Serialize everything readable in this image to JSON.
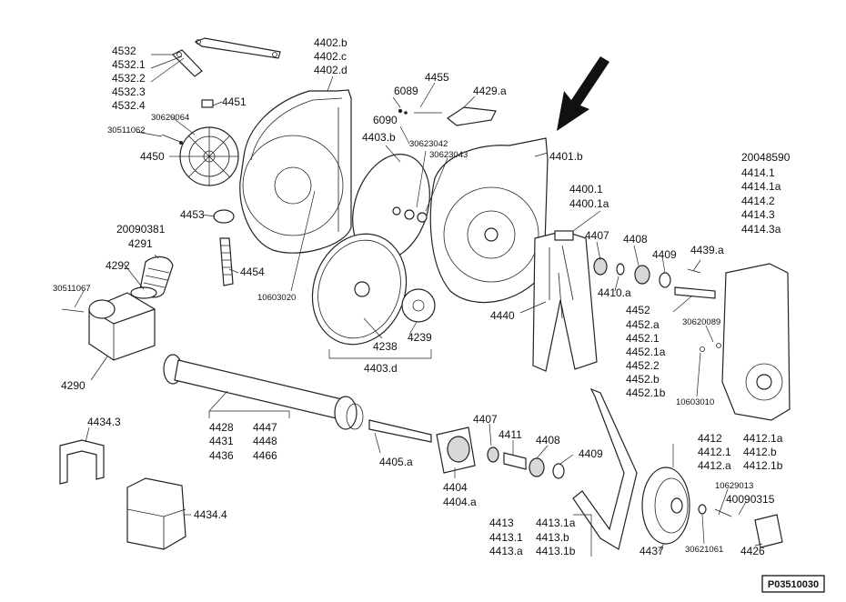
{
  "drawing_number": "P03510030",
  "labels": {
    "l4532": "4532",
    "l4532_1": "4532.1",
    "l4532_2": "4532.2",
    "l4532_3": "4532.3",
    "l4532_4": "4532.4",
    "l4402b": "4402.b",
    "l4402c": "4402.c",
    "l4402d": "4402.d",
    "l4455": "4455",
    "l6089": "6089",
    "l4429a": "4429.a",
    "l6090": "6090",
    "l4451": "4451",
    "l30620064": "30620064",
    "l30511062": "30511062",
    "l4450": "4450",
    "l4403b": "4403.b",
    "l30623042": "30623042",
    "l30623043": "30623043",
    "l4401b": "4401.b",
    "l20048590": "20048590",
    "l4414_1": "4414.1",
    "l4414_1a": "4414.1a",
    "l4414_2": "4414.2",
    "l4414_3": "4414.3",
    "l4414_3a": "4414.3a",
    "l4400_1": "4400.1",
    "l4400_1a": "4400.1a",
    "l4453": "4453",
    "l20090381": "20090381",
    "l4291": "4291",
    "l4292": "4292",
    "l4454": "4454",
    "l10603020": "10603020",
    "l30511067": "30511067",
    "l4407a": "4407",
    "l4408a": "4408",
    "l4409a": "4409",
    "l4439a": "4439.a",
    "l4410a": "4410.a",
    "l4440": "4440",
    "l4452": "4452",
    "l4452a": "4452.a",
    "l4452_1": "4452.1",
    "l4452_1a": "4452.1a",
    "l4452_2": "4452.2",
    "l4452b": "4452.b",
    "l4452_1b": "4452.1b",
    "l30620089": "30620089",
    "l10603010": "10603010",
    "l4238": "4238",
    "l4239": "4239",
    "l4403d": "4403.d",
    "l4290": "4290",
    "l4428": "4428",
    "l4431": "4431",
    "l4436": "4436",
    "l4447": "4447",
    "l4448": "4448",
    "l4466": "4466",
    "l4434_3": "4434.3",
    "l4405a": "4405.a",
    "l4407b": "4407",
    "l4411": "4411",
    "l4408b": "4408",
    "l4409b": "4409",
    "l4404": "4404",
    "l4404a": "4404.a",
    "l4412": "4412",
    "l4412_1": "4412.1",
    "l4412a": "4412.a",
    "l4412_1a": "4412.1a",
    "l4412b": "4412.b",
    "l4412_1b": "4412.1b",
    "l10629013": "10629013",
    "l40090315": "40090315",
    "l4413": "4413",
    "l4413_1": "4413.1",
    "l4413a": "4413.a",
    "l4413_1a": "4413.1a",
    "l4413b": "4413.b",
    "l4413_1b": "4413.1b",
    "l4437": "4437",
    "l30621061": "30621061",
    "l4426": "4426",
    "l4434_4": "4434.4"
  }
}
